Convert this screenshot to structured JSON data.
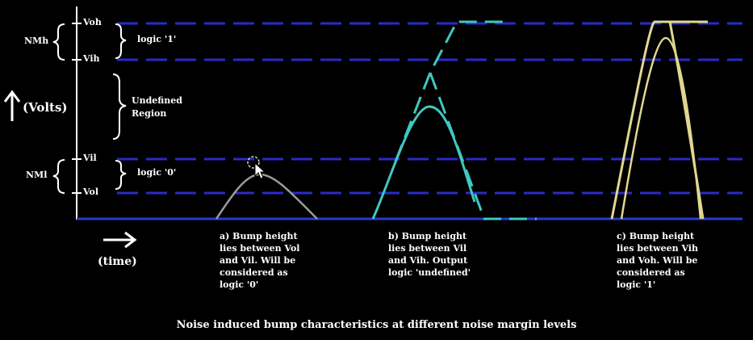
{
  "levels": {
    "voh": "Voh",
    "vih": "Vih",
    "vil": "Vil",
    "vol": "Vol"
  },
  "margins": {
    "nmh": "NMh",
    "nml": "NMl"
  },
  "logic": {
    "one": "logic '1'",
    "zero": "logic '0'",
    "undefined_line1": "Undefined",
    "undefined_line2": "Region"
  },
  "axes": {
    "y_label": "(Volts)",
    "x_label": "(time)"
  },
  "captions": {
    "a": [
      "a) Bump height",
      "lies between Vol",
      "and Vil. Will be",
      "considered as",
      "logic '0'"
    ],
    "b": [
      "b) Bump height",
      "lies between Vil",
      "and Vih. Output",
      "logic 'undefined'"
    ],
    "c": [
      "c) Bump height",
      "lies between Vih",
      "and Voh. Will be",
      "considered as",
      "logic '1'"
    ]
  },
  "title": "Noise induced bump characteristics at different noise margin levels",
  "colors": {
    "dashed_lines": "#2a2ac8",
    "baseline": "#2a3bd0",
    "bump_a": "#9a9a9a",
    "bump_b": "#40c8c0",
    "bump_c": "#e0d890",
    "axis": "#ffffff"
  },
  "icons": [
    "up-arrow-icon",
    "right-arrow-icon",
    "mouse-cursor-icon"
  ]
}
